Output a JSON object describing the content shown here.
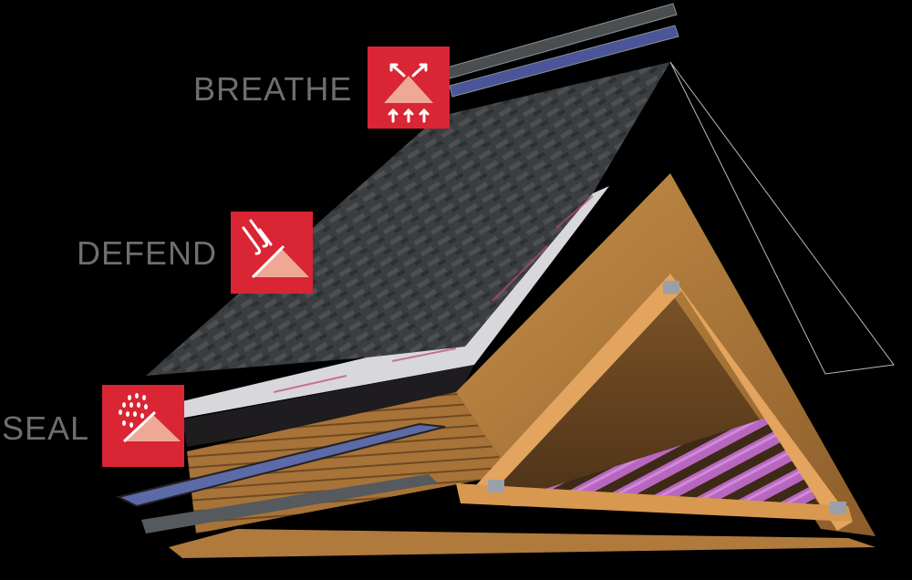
{
  "illustration": {
    "subject": "exploded roof system cross-section",
    "background_color": "#000000"
  },
  "layers": [
    {
      "name": "Breathe",
      "label": "BREATHE",
      "icon": "ventilation-icon",
      "badge_color": "#d92534"
    },
    {
      "name": "Defend",
      "label": "DEFEND",
      "icon": "wind-shingle-icon",
      "badge_color": "#d92534"
    },
    {
      "name": "Seal",
      "label": "SEAL",
      "icon": "rain-seal-icon",
      "badge_color": "#d92534"
    }
  ],
  "colors": {
    "label_text": "#6e6e6e",
    "badge_red": "#d92534",
    "icon_triangle": "#f0a896",
    "shingle": "#3a3d3e",
    "underlayment": "#d8d8dc",
    "underlayment_print": "#c0457a",
    "ice_water_shield": "#5c6aa8",
    "wood": "#b9823f",
    "insulation": "#b867c0"
  }
}
